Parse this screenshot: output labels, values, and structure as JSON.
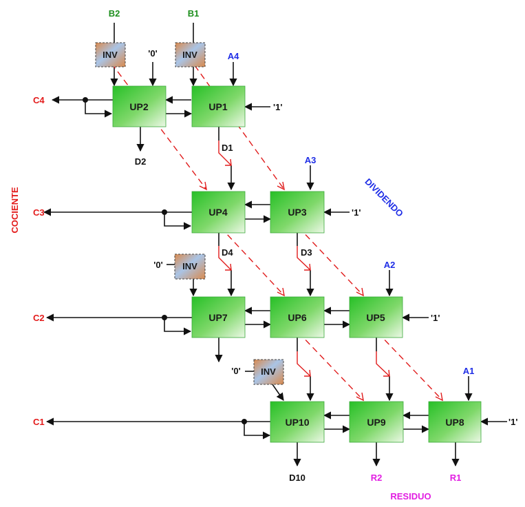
{
  "colors": {
    "input_b": "#1e8f1e",
    "input_a": "#1f2ee6",
    "quotient": "#e31b1b",
    "remainder": "#e21ee2",
    "wire": "#111111",
    "dashed_path": "#e01b1b",
    "up_block_dark": "#27c027",
    "up_block_light": "#e8f6e0",
    "inv_block_a": "#d4905a",
    "inv_block_b": "#a9c4e6"
  },
  "inputs_b": {
    "b2": "B2",
    "b1": "B1"
  },
  "inputs_a": {
    "a4": "A4",
    "a3": "A3",
    "a2": "A2",
    "a1": "A1"
  },
  "constants": {
    "zero": "'0'",
    "one": "'1'"
  },
  "quotient_outputs": {
    "c4": "C4",
    "c3": "C3",
    "c2": "C2",
    "c1": "C1"
  },
  "intermediate": {
    "d1": "D1",
    "d2": "D2",
    "d3": "D3",
    "d4": "D4",
    "d10": "D10"
  },
  "remainder_outputs": {
    "r2": "R2",
    "r1": "R1"
  },
  "section_labels": {
    "cociente": "COCIENTE",
    "dividendo": "DIVIDENDO",
    "residuo": "RESIDUO"
  },
  "inv_label": "INV",
  "units": {
    "up1": "UP1",
    "up2": "UP2",
    "up3": "UP3",
    "up4": "UP4",
    "up5": "UP5",
    "up6": "UP6",
    "up7": "UP7",
    "up8": "UP8",
    "up9": "UP9",
    "up10": "UP10"
  }
}
